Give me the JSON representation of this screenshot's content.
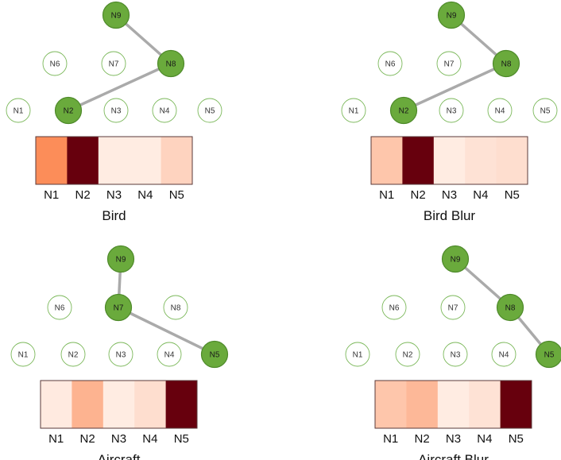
{
  "panels": [
    {
      "caption": "Bird",
      "path": [
        "N9",
        "N8",
        "N2"
      ],
      "heatmap": [
        0.55,
        1.0,
        0.05,
        0.05,
        0.18
      ]
    },
    {
      "caption": "Bird Blur",
      "path": [
        "N9",
        "N8",
        "N2"
      ],
      "heatmap": [
        0.25,
        1.0,
        0.05,
        0.1,
        0.12
      ]
    },
    {
      "caption": "Aircraft",
      "path": [
        "N9",
        "N7",
        "N5"
      ],
      "heatmap": [
        0.06,
        0.35,
        0.05,
        0.12,
        1.0
      ]
    },
    {
      "caption": "Aircraft Blur",
      "path": [
        "N9",
        "N8",
        "N5"
      ],
      "heatmap": [
        0.25,
        0.32,
        0.05,
        0.1,
        1.0
      ]
    }
  ],
  "node_labels": [
    "N1",
    "N2",
    "N3",
    "N4",
    "N5",
    "N6",
    "N7",
    "N8",
    "N9"
  ],
  "heatmap_labels": [
    "N1",
    "N2",
    "N3",
    "N4",
    "N5"
  ],
  "colors": {
    "active_node": "#6aaa3c",
    "active_node_stroke": "#4e8a2a",
    "inactive_node_stroke": "#7bb85a",
    "edge": "#aaaaaa",
    "heat_low": "#fff5f0",
    "heat_mid": "#fc8d59",
    "heat_high": "#67000d"
  }
}
